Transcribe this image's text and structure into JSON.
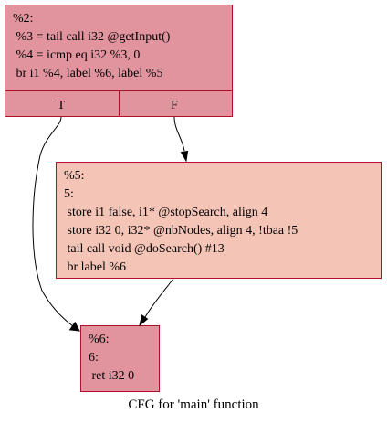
{
  "colors": {
    "node_entry_fill": "#e1949e",
    "node_mid_fill": "#f4c4b7",
    "node_border": "#b20f2c",
    "edge": "#000000"
  },
  "nodes": {
    "n2": {
      "lines": [
        "%2:",
        " %3 = tail call i32 @getInput()",
        " %4 = icmp eq i32 %3, 0",
        " br i1 %4, label %6, label %5"
      ],
      "ports": [
        "T",
        "F"
      ]
    },
    "n5": {
      "lines": [
        "%5:",
        "5:",
        " store i1 false, i1* @stopSearch, align 4",
        " store i32 0, i32* @nbNodes, align 4, !tbaa !5",
        " tail call void @doSearch() #13",
        " br label %6"
      ]
    },
    "n6": {
      "lines": [
        "%6:",
        "6:",
        " ret i32 0"
      ]
    }
  },
  "caption": "CFG for 'main' function"
}
